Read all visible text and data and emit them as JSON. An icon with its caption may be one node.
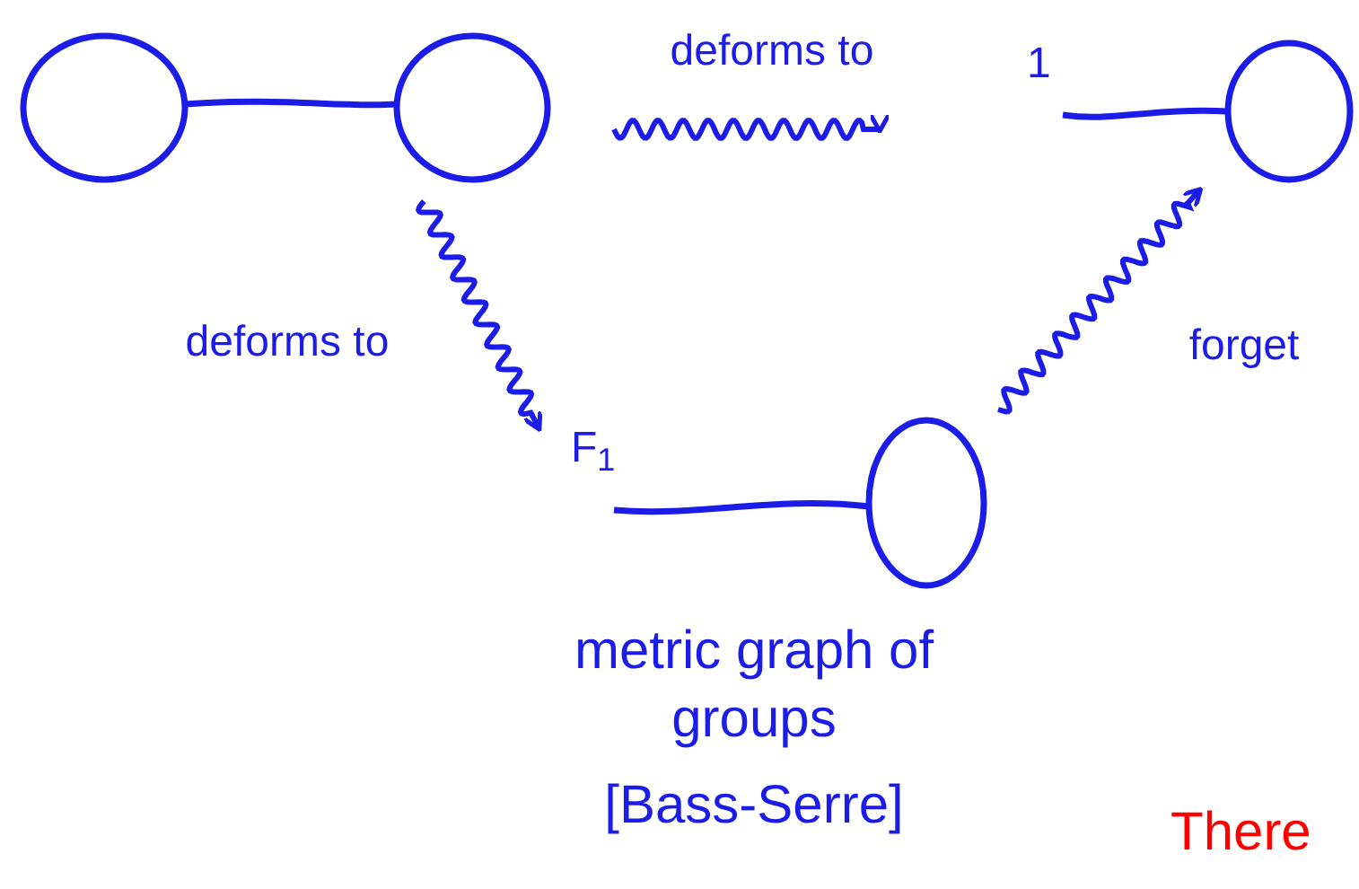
{
  "diagram": {
    "nodes": [
      {
        "text": [],
        "shape": "picture"
      },
      {
        "text": [
          "1"
        ]
      },
      {
        "text": [
          "F$_{1}$"
        ],
        "beside": [
          "metric graph of groups",
          "[Bass-Serre]"
        ]
      }
    ],
    "edges": [
      {
        "from": 0,
        "to": 1,
        "arrow": "to",
        "label": "deforms to"
      },
      {
        "from": 0,
        "to": 2,
        "arrow": "to",
        "label": "deforms to"
      },
      {
        "from": 2,
        "to": 1,
        "arrow": "to",
        "label": "forget"
      }
    ],
    "labels": [
      "There"
    ]
  }
}
